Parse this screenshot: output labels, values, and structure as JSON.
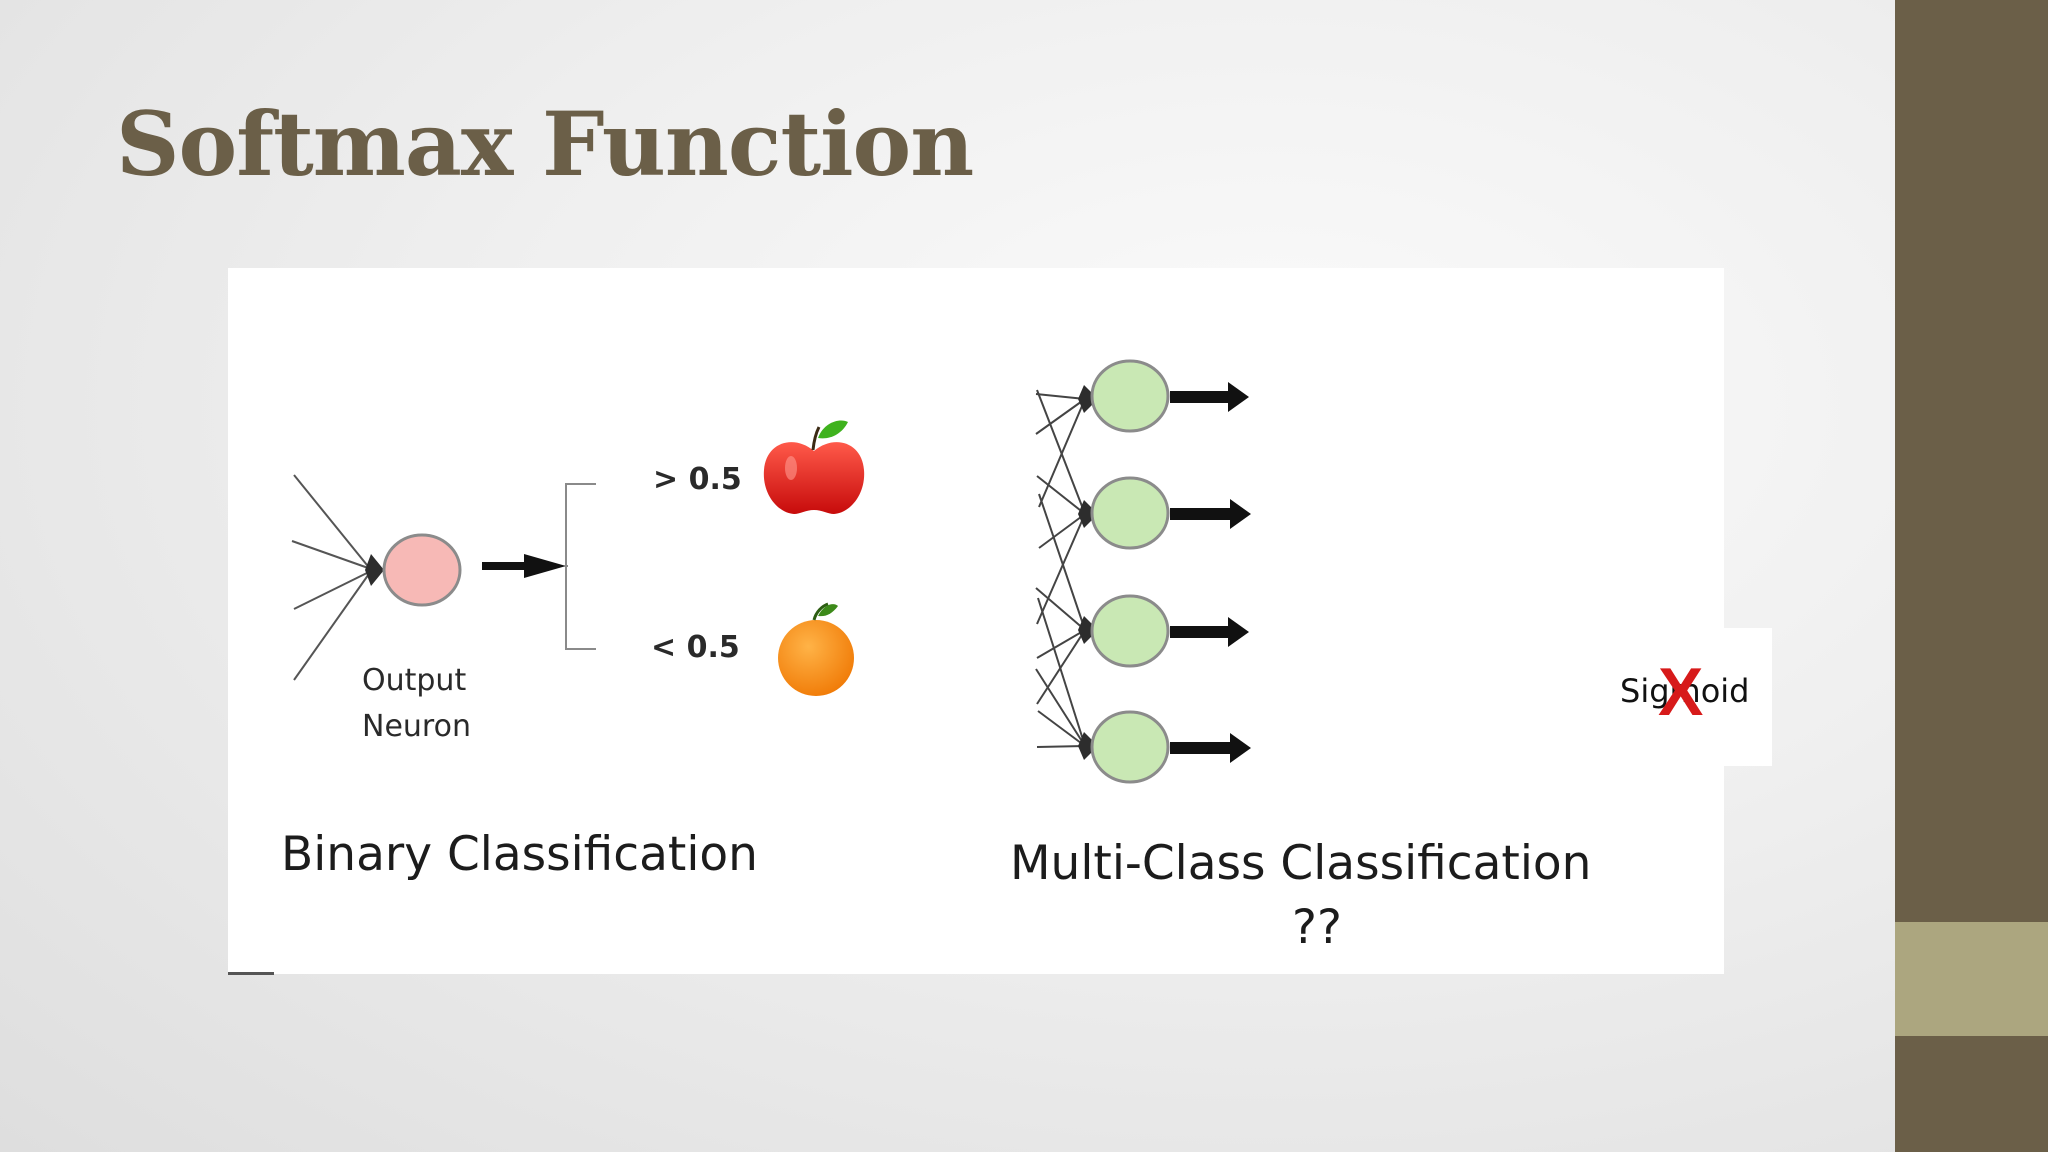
{
  "slide": {
    "title": "Softmax Function",
    "colors": {
      "title": "#6b5f48",
      "sidebar": "#6b5f48",
      "sidebar_accent": "#aca67f"
    }
  },
  "diagram": {
    "binary": {
      "caption": "Binary Classification",
      "neuron_label": [
        "Output",
        "Neuron"
      ],
      "threshold_high": "> 0.5",
      "threshold_low": "< 0.5",
      "high_icon": "apple-icon",
      "low_icon": "orange-icon",
      "neuron_color": "#f7b9b6"
    },
    "multiclass": {
      "caption": "Multi-Class Classification",
      "question": "??",
      "output_neurons": 4,
      "neuron_color": "#c9e8b4"
    },
    "sigmoid_note": {
      "text": "Sigmoid",
      "cross": "X",
      "cross_color": "#d71a1a"
    }
  }
}
